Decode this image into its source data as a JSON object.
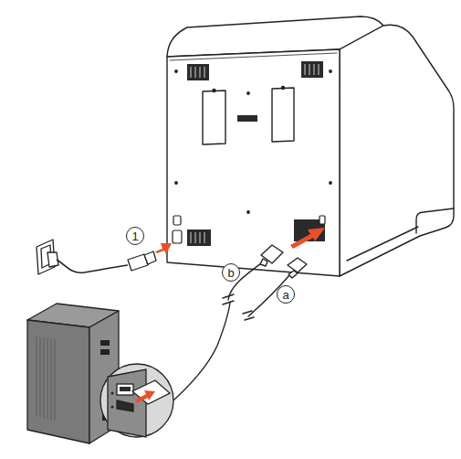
{
  "diagram": {
    "labels": [
      "1",
      "b",
      "a"
    ]
  }
}
